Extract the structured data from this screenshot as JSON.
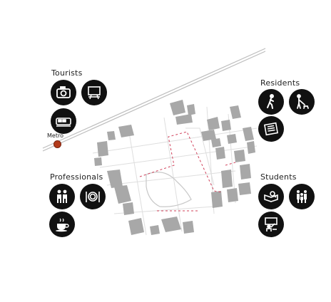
{
  "groups": {
    "tourists": {
      "label": "Tourists",
      "icons": [
        "camera-icon",
        "museum-icon",
        "tram-icon"
      ]
    },
    "residents": {
      "label": "Residents",
      "icons": [
        "walking-person-icon",
        "dog-walker-icon",
        "newspaper-icon"
      ]
    },
    "professionals": {
      "label": "Professionals",
      "icons": [
        "meeting-icon",
        "dining-icon",
        "coffee-cup-icon"
      ]
    },
    "students": {
      "label": "Students",
      "icons": [
        "studying-icon",
        "group-of-friends-icon",
        "teacher-icon"
      ]
    }
  },
  "metro": {
    "label": "Metro",
    "color": "#b23a1a"
  },
  "colors": {
    "icon_bg": "#111111",
    "buildings": "#a8a8a8",
    "boundary": "#d0405a",
    "rail": "#bdbdbd"
  }
}
